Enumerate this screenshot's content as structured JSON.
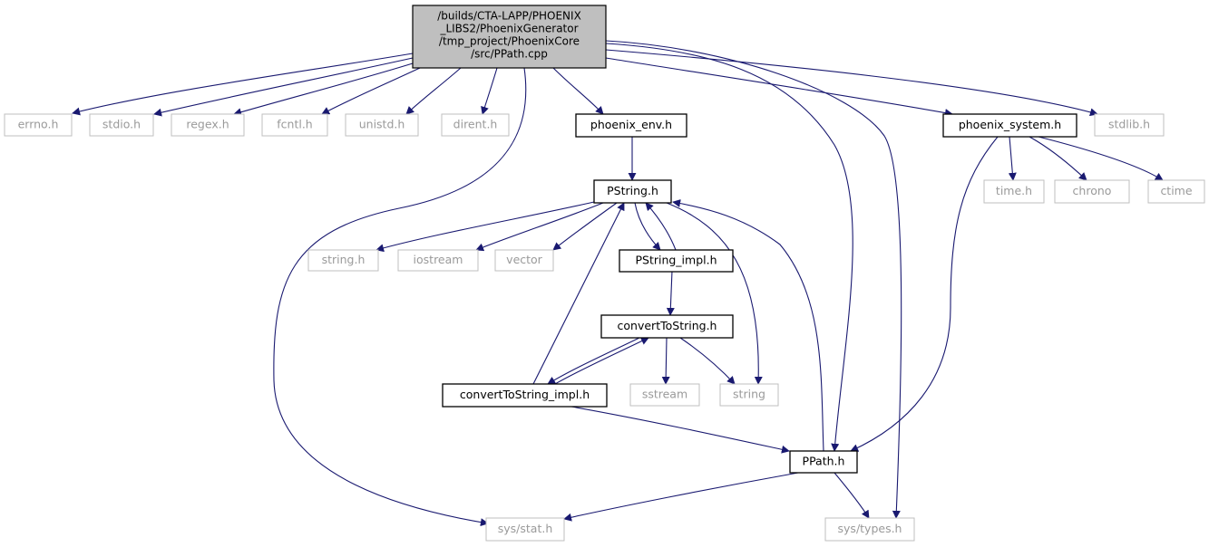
{
  "graph": {
    "root": {
      "lines": [
        "/builds/CTA-LAPP/PHOENIX",
        "_LIBS2/PhoenixGenerator",
        "/tmp_project/PhoenixCore",
        "/src/PPath.cpp"
      ]
    },
    "nodes": {
      "errno": "errno.h",
      "stdio": "stdio.h",
      "regex": "regex.h",
      "fcntl": "fcntl.h",
      "unistd": "unistd.h",
      "dirent": "dirent.h",
      "phoenix_env": "phoenix_env.h",
      "phoenix_system": "phoenix_system.h",
      "stdlib": "stdlib.h",
      "pstring": "PString.h",
      "time": "time.h",
      "chrono": "chrono",
      "ctime": "ctime",
      "string_h": "string.h",
      "iostream": "iostream",
      "vector": "vector",
      "pstring_impl": "PString_impl.h",
      "converttostring": "convertToString.h",
      "converttostring_impl": "convertToString_impl.h",
      "sstream": "sstream",
      "string": "string",
      "ppath": "PPath.h",
      "sys_stat": "sys/stat.h",
      "sys_types": "sys/types.h"
    },
    "node_kinds": {
      "local": [
        "phoenix_env",
        "phoenix_system",
        "pstring",
        "pstring_impl",
        "converttostring",
        "converttostring_impl",
        "ppath"
      ],
      "external": [
        "errno",
        "stdio",
        "regex",
        "fcntl",
        "unistd",
        "dirent",
        "stdlib",
        "time",
        "chrono",
        "ctime",
        "string_h",
        "iostream",
        "vector",
        "sstream",
        "string",
        "sys_stat",
        "sys_types"
      ]
    },
    "edges": [
      [
        "root",
        "errno"
      ],
      [
        "root",
        "stdio"
      ],
      [
        "root",
        "regex"
      ],
      [
        "root",
        "fcntl"
      ],
      [
        "root",
        "unistd"
      ],
      [
        "root",
        "dirent"
      ],
      [
        "root",
        "phoenix_env"
      ],
      [
        "root",
        "phoenix_system"
      ],
      [
        "root",
        "stdlib"
      ],
      [
        "root",
        "ppath"
      ],
      [
        "root",
        "sys_stat"
      ],
      [
        "root",
        "sys_types"
      ],
      [
        "phoenix_env",
        "pstring"
      ],
      [
        "pstring",
        "string_h"
      ],
      [
        "pstring",
        "iostream"
      ],
      [
        "pstring",
        "vector"
      ],
      [
        "pstring",
        "pstring_impl"
      ],
      [
        "pstring",
        "string"
      ],
      [
        "pstring_impl",
        "pstring"
      ],
      [
        "pstring_impl",
        "converttostring"
      ],
      [
        "converttostring",
        "converttostring_impl"
      ],
      [
        "converttostring",
        "sstream"
      ],
      [
        "converttostring",
        "string"
      ],
      [
        "converttostring_impl",
        "converttostring"
      ],
      [
        "converttostring_impl",
        "pstring"
      ],
      [
        "converttostring_impl",
        "ppath"
      ],
      [
        "phoenix_system",
        "time"
      ],
      [
        "phoenix_system",
        "chrono"
      ],
      [
        "phoenix_system",
        "ctime"
      ],
      [
        "phoenix_system",
        "ppath"
      ],
      [
        "ppath",
        "pstring"
      ],
      [
        "ppath",
        "sys_stat"
      ],
      [
        "ppath",
        "sys_types"
      ]
    ],
    "colors": {
      "edge": "#191970",
      "root_fill": "#bfbfbf",
      "local_border": "#000000",
      "external_border": "#bfbfbf",
      "external_text": "#9a9a9a"
    }
  }
}
